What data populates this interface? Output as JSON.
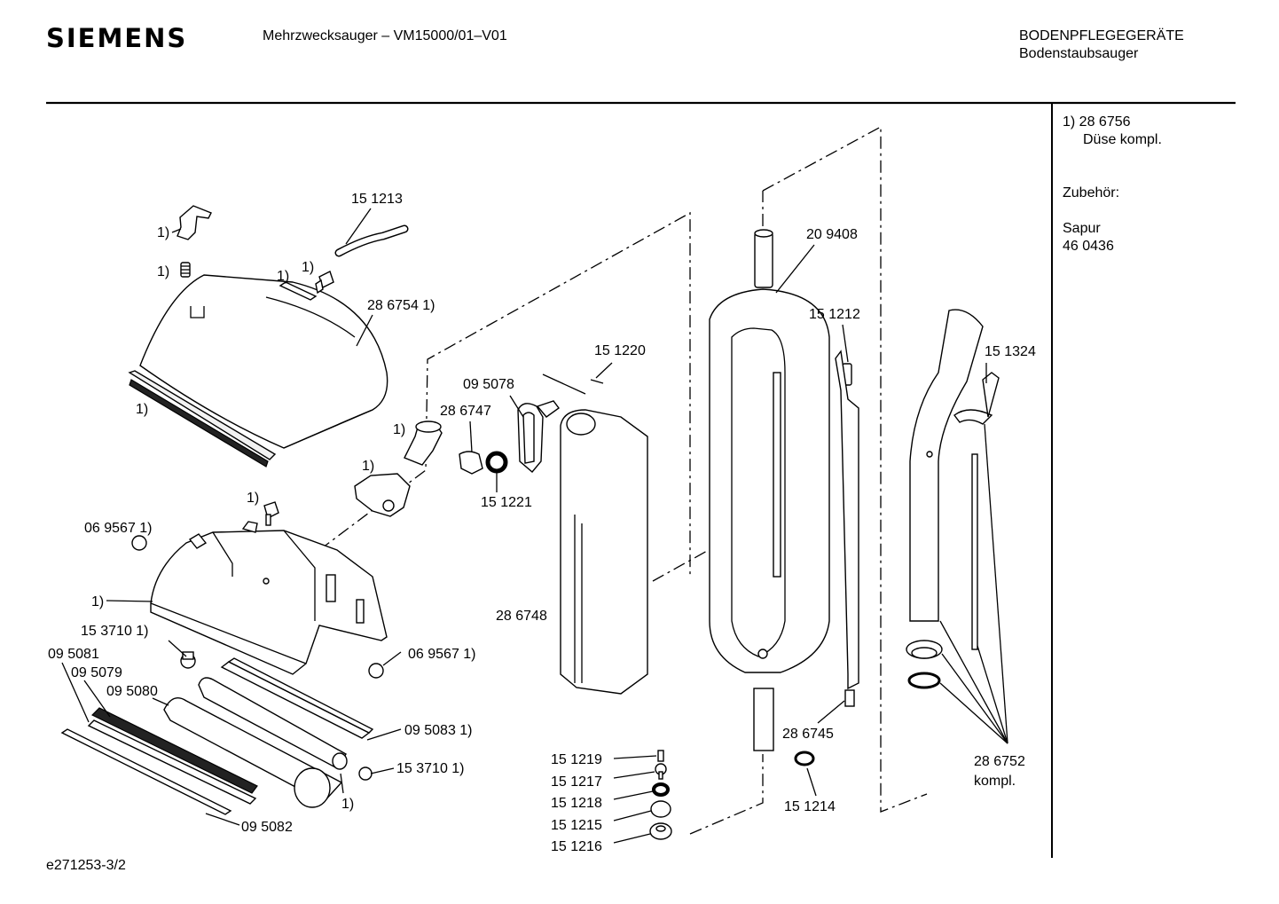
{
  "header": {
    "brand": "SIEMENS",
    "title": "Mehrzwecksauger – VM15000/01–V01",
    "category_main": "BODENPFLEGEGERÄTE",
    "category_sub": "Bodenstaubsauger"
  },
  "sidebar": {
    "note_ref": "1) 28 6756",
    "note_text": "Düse kompl.",
    "accessories_label": "Zubehör:",
    "accessory_name": "Sapur",
    "accessory_number": "46 0436"
  },
  "footer": {
    "doc_id": "e271253-3/2"
  },
  "callouts": [
    {
      "id": "c01",
      "text": "15 1213"
    },
    {
      "id": "c02",
      "text": "1)"
    },
    {
      "id": "c03",
      "text": "1)"
    },
    {
      "id": "c04",
      "text": "1)"
    },
    {
      "id": "c05",
      "text": "1)"
    },
    {
      "id": "c06",
      "text": "28 6754 1)"
    },
    {
      "id": "c07",
      "text": "1)"
    },
    {
      "id": "c08",
      "text": "1)"
    },
    {
      "id": "c09",
      "text": "1)"
    },
    {
      "id": "c10",
      "text": "1)"
    },
    {
      "id": "c11",
      "text": "06 9567 1)"
    },
    {
      "id": "c12",
      "text": "1)"
    },
    {
      "id": "c13",
      "text": "15 3710 1)"
    },
    {
      "id": "c14",
      "text": "09 5081"
    },
    {
      "id": "c15",
      "text": "09 5079"
    },
    {
      "id": "c16",
      "text": "09 5080"
    },
    {
      "id": "c17",
      "text": "06 9567 1)"
    },
    {
      "id": "c18",
      "text": "09 5083 1)"
    },
    {
      "id": "c19",
      "text": "15 3710 1)"
    },
    {
      "id": "c20",
      "text": "1)"
    },
    {
      "id": "c21",
      "text": "09 5082"
    },
    {
      "id": "c22",
      "text": "15 1220"
    },
    {
      "id": "c23",
      "text": "09 5078"
    },
    {
      "id": "c24",
      "text": "28 6747"
    },
    {
      "id": "c25",
      "text": "15 1221"
    },
    {
      "id": "c26",
      "text": "28 6748"
    },
    {
      "id": "c27",
      "text": "20 9408"
    },
    {
      "id": "c28",
      "text": "15 1212"
    },
    {
      "id": "c29",
      "text": "28 6745"
    },
    {
      "id": "c30",
      "text": "15 1214"
    },
    {
      "id": "c31",
      "text": "15 1219"
    },
    {
      "id": "c32",
      "text": "15 1217"
    },
    {
      "id": "c33",
      "text": "15 1218"
    },
    {
      "id": "c34",
      "text": "15 1215"
    },
    {
      "id": "c35",
      "text": "15 1216"
    },
    {
      "id": "c36",
      "text": "15 1324"
    },
    {
      "id": "c37",
      "text": "28 6752"
    },
    {
      "id": "c38",
      "text": "kompl."
    }
  ]
}
